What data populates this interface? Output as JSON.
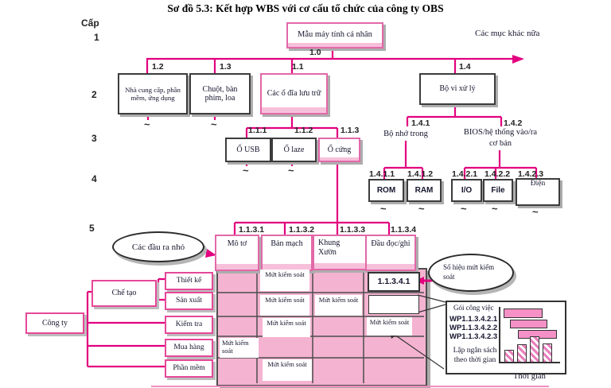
{
  "title": "Sơ đồ 5.3: Kết hợp WBS với cơ cấu tổ chức của công ty OBS",
  "levels": {
    "label": "Cấp",
    "items": [
      "1",
      "2",
      "3",
      "4",
      "5"
    ]
  },
  "root": {
    "id": "1.0",
    "label": "Mẫu máy tính cá nhân"
  },
  "other_items": "Các mục khác nữa",
  "level2": [
    {
      "id": "1.2",
      "label": "Nhà cung cấp, phần mềm, ứng dụng"
    },
    {
      "id": "1.3",
      "label": "Chuột, bàn phím, loa"
    },
    {
      "id": "1.1",
      "label": "Các ổ đĩa lưu trữ"
    },
    {
      "id": "1.4",
      "label": "Bộ vi xử lý"
    }
  ],
  "level3": [
    {
      "id": "1.1.1",
      "label": "Ổ USB"
    },
    {
      "id": "1.1.2",
      "label": "Ổ laze"
    },
    {
      "id": "1.1.3",
      "label": "Ổ cứng"
    },
    {
      "id": "1.4.1",
      "label": "Bộ nhớ trong"
    },
    {
      "id": "1.4.2",
      "label": "BIOS/hệ thống vào/ra cơ bản"
    }
  ],
  "level4": [
    {
      "id": "1.4.1.1",
      "label": "ROM"
    },
    {
      "id": "1.4.1.2",
      "label": "RAM"
    },
    {
      "id": "1.4.2.1",
      "label": "I/O"
    },
    {
      "id": "1.4.2.2",
      "label": "File"
    },
    {
      "id": "1.4.2.3",
      "label": "Điện"
    }
  ],
  "level5": {
    "callout": "Các đầu ra nhỏ",
    "items": [
      {
        "id": "1.1.3.1",
        "label": "Mô tơ"
      },
      {
        "id": "1.1.3.2",
        "label": "Bản mạch"
      },
      {
        "id": "1.1.3.3",
        "label": "Khung Xườn"
      },
      {
        "id": "1.1.3.4",
        "label": "Đầu đọc/ghi"
      }
    ]
  },
  "org": {
    "company": "Công ty",
    "manufacturing": "Chế tạo",
    "departments": [
      "Thiết kế",
      "Sản xuất",
      "Kiểm tra",
      "Mua hàng",
      "Phần mềm"
    ]
  },
  "matrix": {
    "control_account": "Mứt kiểm soát",
    "account_id": "1.1.3.4.1",
    "id_callout": "Số hiệu mứt kiểm soát"
  },
  "work_package": {
    "heading": "Gói công việc",
    "items": [
      "WP1.1.3.4.2.1",
      "WP1.1.3.4.2.2",
      "WP1.1.3.4.2.3"
    ],
    "note": "Lập ngân sách theo thời gian",
    "time_axis": "Thời gian"
  },
  "decor": {
    "tilde": "~"
  },
  "colors": {
    "magenta": "#e2007f",
    "pink_border": "#e268a8",
    "pink_fill": "#f4b3d0",
    "bar_pink": "#f591c7",
    "grid": "#4d4d4d",
    "box_border": "#3c3c3c"
  }
}
